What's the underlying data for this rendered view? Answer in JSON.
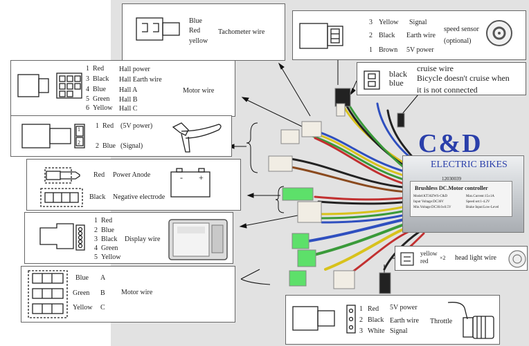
{
  "colors": {
    "logo": "#2a3faa",
    "box_border": "#666666",
    "panel_bg": "#e2e2e2"
  },
  "tachometer": {
    "pins": [
      "Blue",
      "Red",
      "yellow"
    ],
    "name": "Tachometer wire"
  },
  "speed_sensor": {
    "pins": [
      {
        "num": "3",
        "color": "Yellow",
        "func": "Signal"
      },
      {
        "num": "2",
        "color": "Black",
        "func": "Earth wire"
      },
      {
        "num": "1",
        "color": "Brown",
        "func": "5V power"
      }
    ],
    "name": "speed sensor",
    "note": "(optional)"
  },
  "cruise": {
    "colors": [
      "black",
      "blue"
    ],
    "name": "cruise wire",
    "desc1": "Bicycle doesn't cruise when",
    "desc2": "it is not connected"
  },
  "motor_hall": {
    "pins": [
      {
        "num": "1",
        "color": "Red",
        "func": "Hall power"
      },
      {
        "num": "3",
        "color": "Black",
        "func": "Hall Earth wire"
      },
      {
        "num": "4",
        "color": "Blue",
        "func": "Hall A"
      },
      {
        "num": "5",
        "color": "Green",
        "func": "Hall B"
      },
      {
        "num": "6",
        "color": "Yellow",
        "func": "Hall C"
      }
    ],
    "name": "Motor wire"
  },
  "brake": {
    "pins": [
      {
        "num": "1",
        "color": "Red",
        "func": "(5V power)"
      },
      {
        "num": "2",
        "color": "Blue",
        "func": "(Signal)"
      }
    ],
    "connector_nums": [
      "1",
      "2"
    ]
  },
  "power": {
    "red": "Red",
    "red_func": "Power Anode",
    "black": "Black",
    "black_func": "Negative electrode",
    "battery_minus": "-",
    "battery_plus": "+"
  },
  "display": {
    "pins": [
      {
        "num": "1",
        "color": "Red"
      },
      {
        "num": "2",
        "color": "Blue"
      },
      {
        "num": "3",
        "color": "Black"
      },
      {
        "num": "4",
        "color": "Green"
      },
      {
        "num": "5",
        "color": "Yellow"
      }
    ],
    "name": "Display wire"
  },
  "motor_phase": {
    "pins": [
      {
        "color": "Blue",
        "letter": "A"
      },
      {
        "color": "Green",
        "letter": "B"
      },
      {
        "color": "Yellow",
        "letter": "C"
      }
    ],
    "name": "Motor wire"
  },
  "headlight": {
    "colors": [
      "yellow",
      "red"
    ],
    "multiplier": "×2",
    "name": "head light wire"
  },
  "throttle": {
    "pins": [
      {
        "num": "1",
        "color": "Red",
        "func": "5V power"
      },
      {
        "num": "2",
        "color": "Black",
        "func": "Earth wire"
      },
      {
        "num": "3",
        "color": "White",
        "func": "Signal"
      }
    ],
    "name": "Throttle"
  },
  "controller": {
    "brand": "C&D",
    "brand_sub": "ELECTRIC BIKES",
    "model_code": "12030039",
    "label_title": "Brushless DC.Motor controller",
    "spec_left": [
      "Model:KT36ZWS-C&D",
      "Input Voltage:DC36V",
      "Min.Voltage:DC30.0±0.5V"
    ],
    "spec_right": [
      "Max.Current:15±1A",
      "Speed set:1-4.2V",
      "Brake Input:Low-Level"
    ]
  }
}
